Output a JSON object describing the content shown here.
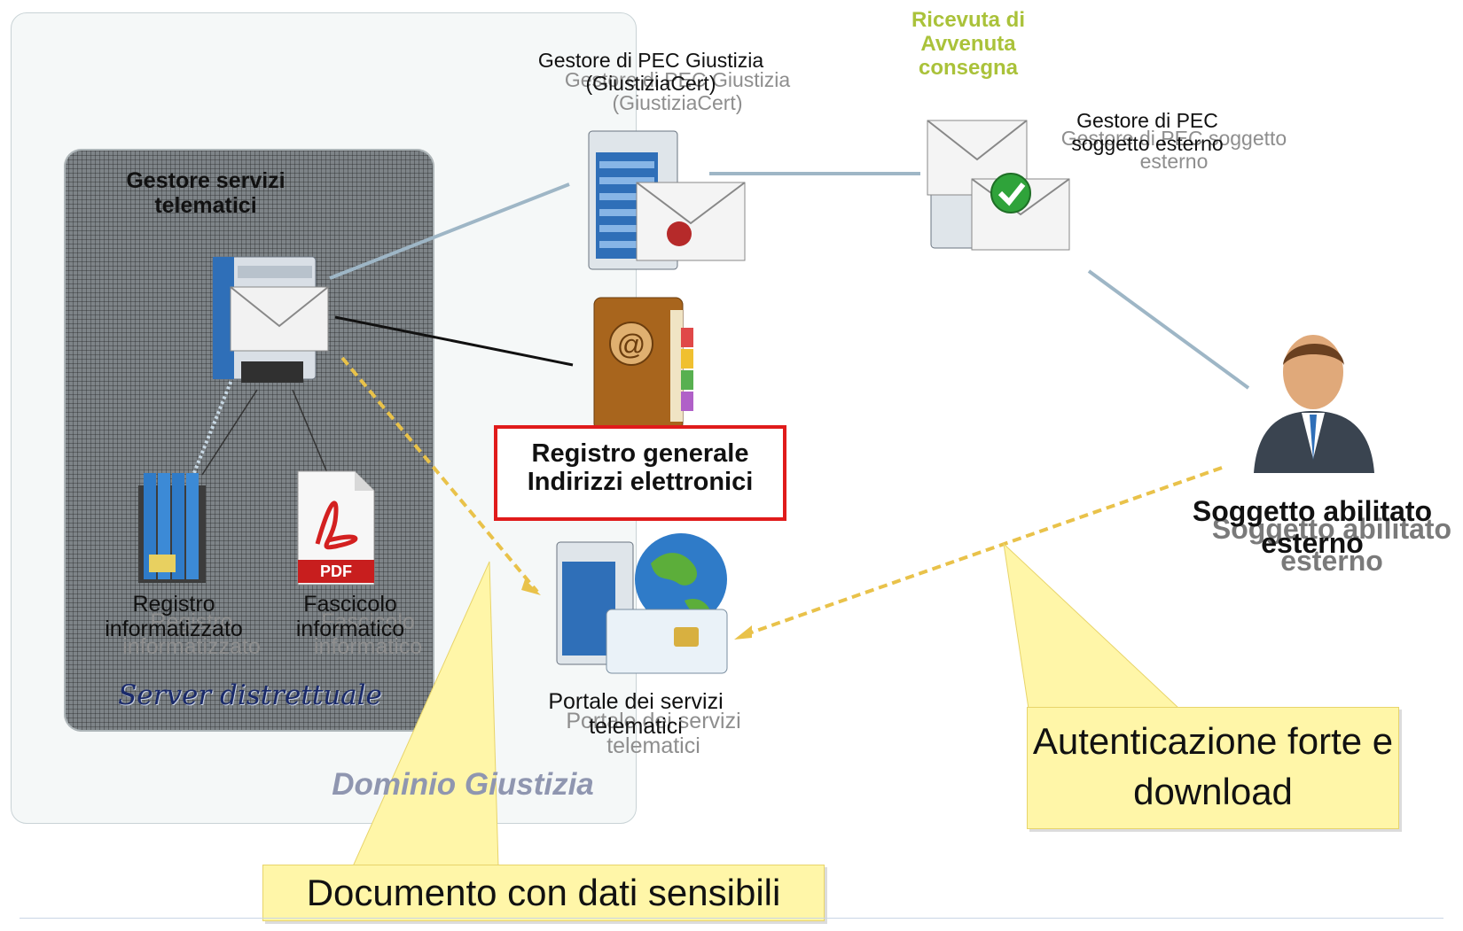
{
  "domain_label": "Dominio Giustizia",
  "server_group": {
    "title": "Gestore servizi telematici",
    "caption": "Server distrettuale",
    "items": [
      {
        "label": "Registro informatizzato"
      },
      {
        "label": "Fascicolo informatico"
      }
    ]
  },
  "pec_justice": {
    "label": "Gestore di PEC Giustizia (GiustiziaCert)"
  },
  "address_registry": {
    "label": "Registro generale Indirizzi elettronici",
    "highlight_color": "#e01b1b"
  },
  "portal": {
    "label": "Portale dei servizi telematici"
  },
  "receipt": {
    "label": "Ricevuta di Avvenuta consegna",
    "color": "#aac23a"
  },
  "pec_external": {
    "label": "Gestore di PEC soggetto esterno"
  },
  "external_user": {
    "label": "Soggetto abilitato esterno"
  },
  "callouts": {
    "auth": "Autenticazione forte e download",
    "sensitive": "Documento con dati sensibili",
    "fill_color": "#fff6a8"
  },
  "icons": [
    "mail-server-icon",
    "pec-server-icon",
    "sealed-envelope-icon",
    "address-book-icon",
    "binder-icon",
    "pdf-document-icon",
    "globe-icon",
    "smartcard-icon",
    "delivered-envelope-icon",
    "checkmark-icon",
    "user-avatar-icon"
  ]
}
